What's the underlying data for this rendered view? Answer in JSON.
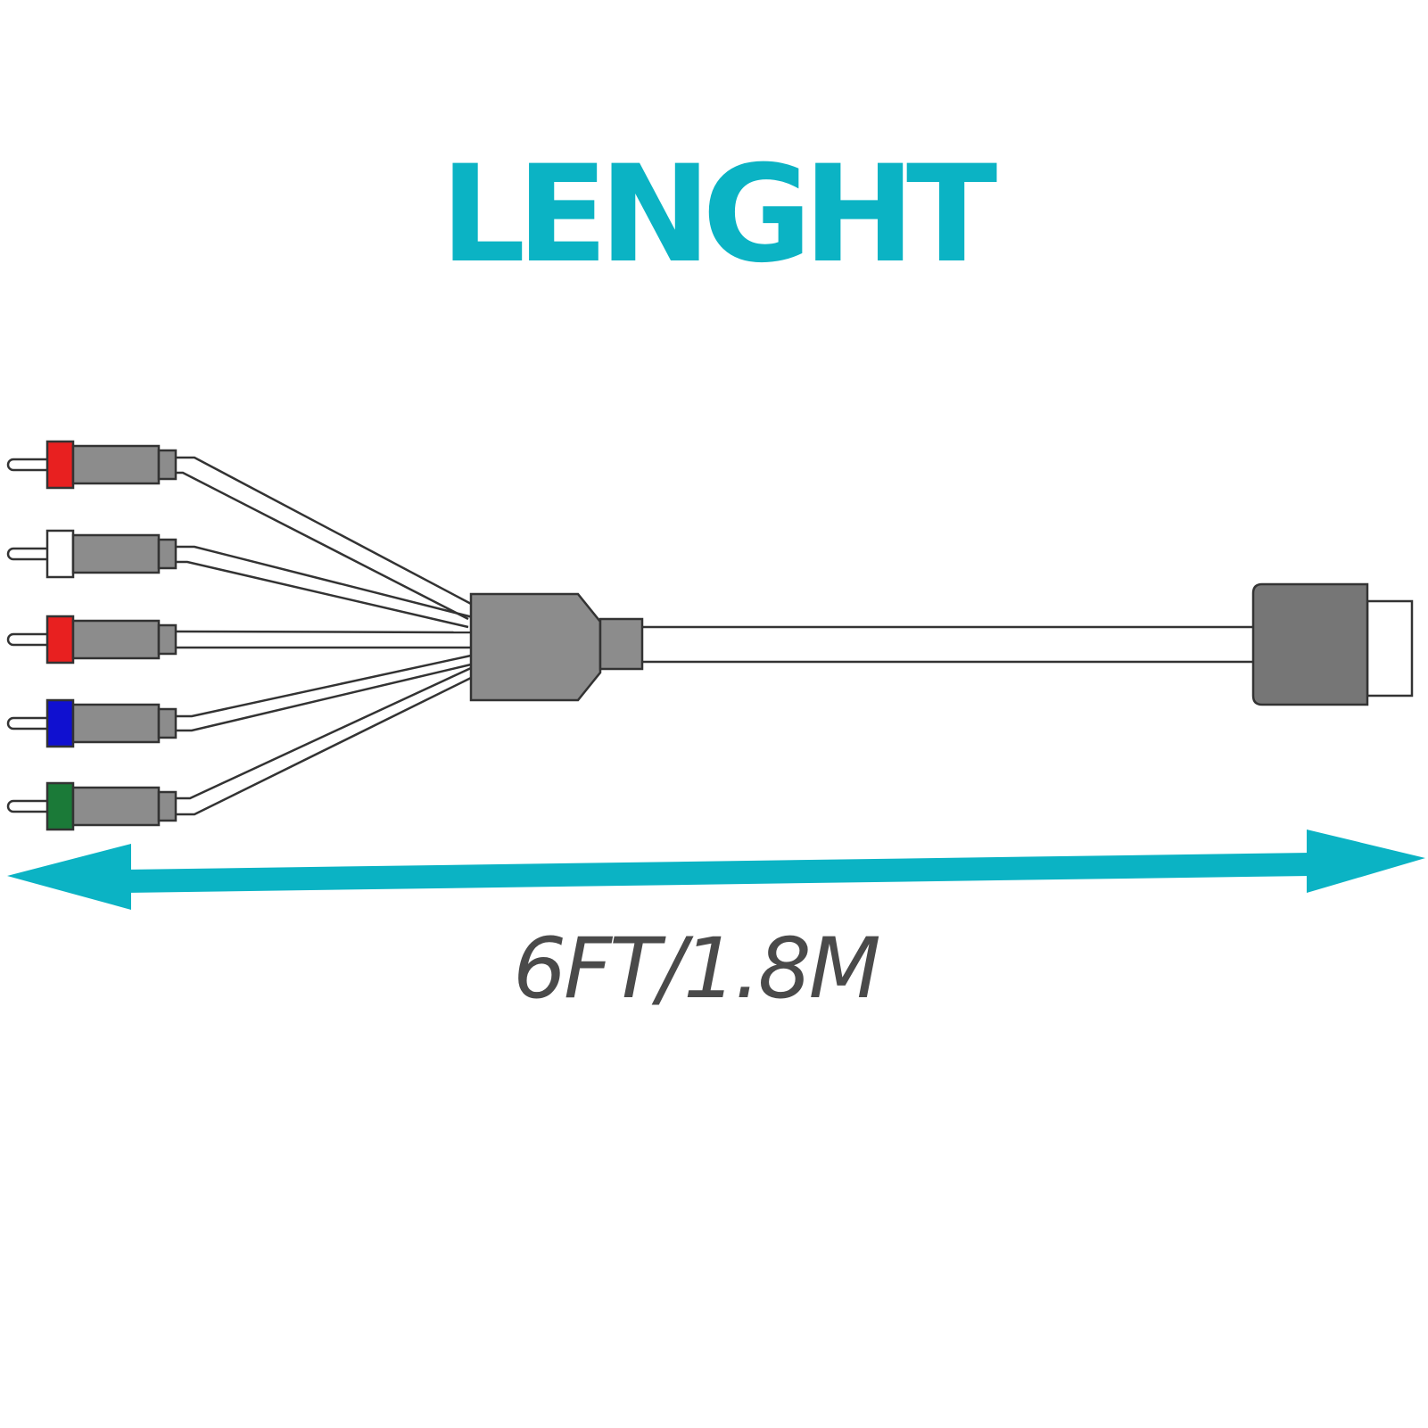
{
  "title": "LENGHT",
  "length_label": "6FT/1.8M",
  "colors": {
    "accent": "#0BB3C4",
    "label_text": "#4A4A4A",
    "connector_gray": "#8C8C8C",
    "connector_dark_gray": "#767676",
    "outline": "#333333",
    "background": "#FFFFFF"
  },
  "rca_plugs": [
    {
      "name": "red-plug",
      "color": "#E82020"
    },
    {
      "name": "white-plug",
      "color": "#FFFFFF"
    },
    {
      "name": "red-plug-2",
      "color": "#E82020"
    },
    {
      "name": "blue-plug",
      "color": "#1010D0"
    },
    {
      "name": "green-plug",
      "color": "#1B7A38"
    }
  ]
}
